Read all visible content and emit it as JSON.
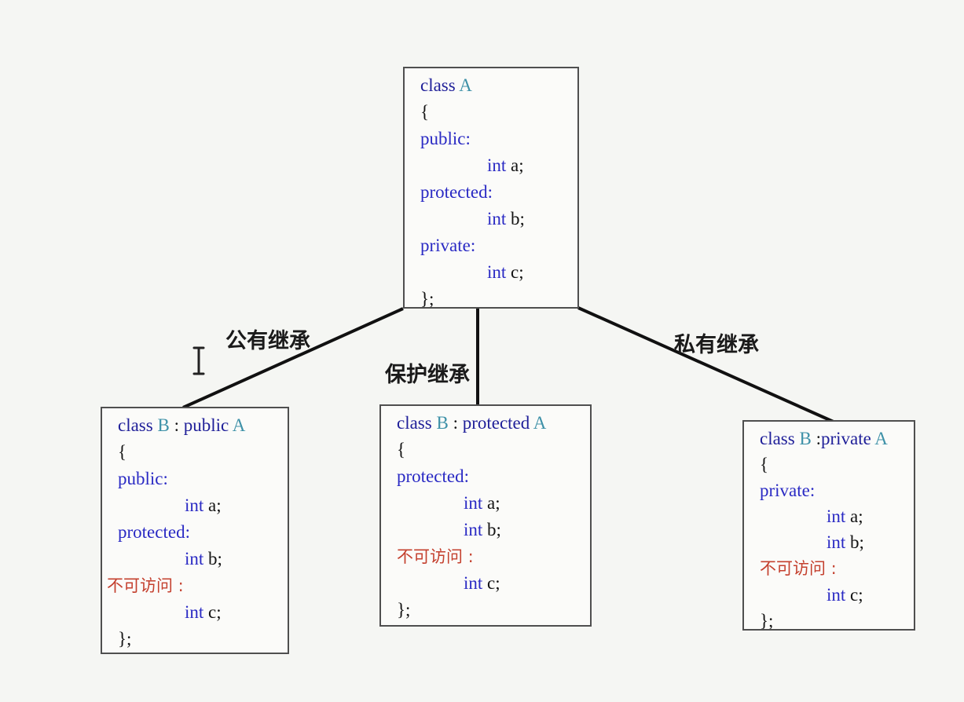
{
  "colors": {
    "canvas_bg": "#f5f6f3",
    "box_bg": "#fbfbf9",
    "box_border": "#4f4f4f",
    "connector": "#111111",
    "label_text": "#1a1a1a",
    "class_keyword": "#1f1f99",
    "member_keyword": "#2a2ac4",
    "type_name": "#3e91a8",
    "plain_code": "#141414",
    "inaccessible": "#c4402e",
    "cursor": "#222222"
  },
  "inheritance_labels": {
    "public": "公有继承",
    "protected": "保护继承",
    "private": "私有继承"
  },
  "boxes": [
    {
      "id": "class-a",
      "lines": [
        {
          "segments": [
            {
              "t": "class ",
              "c": "class_keyword"
            },
            {
              "t": "A",
              "c": "type_name"
            }
          ]
        },
        {
          "segments": [
            {
              "t": "{",
              "c": "plain_code"
            }
          ]
        },
        {
          "segments": [
            {
              "t": "public:",
              "c": "member_keyword"
            }
          ]
        },
        {
          "indent": true,
          "segments": [
            {
              "t": "int ",
              "c": "member_keyword"
            },
            {
              "t": "a;",
              "c": "plain_code"
            }
          ]
        },
        {
          "segments": [
            {
              "t": "protected:",
              "c": "member_keyword"
            }
          ]
        },
        {
          "indent": true,
          "segments": [
            {
              "t": "int ",
              "c": "member_keyword"
            },
            {
              "t": "b;",
              "c": "plain_code"
            }
          ]
        },
        {
          "segments": [
            {
              "t": "private:",
              "c": "member_keyword"
            }
          ]
        },
        {
          "indent": true,
          "segments": [
            {
              "t": "int ",
              "c": "member_keyword"
            },
            {
              "t": "c;",
              "c": "plain_code"
            }
          ]
        },
        {
          "segments": [
            {
              "t": "};",
              "c": "plain_code"
            }
          ]
        }
      ]
    },
    {
      "id": "class-b-public",
      "lines": [
        {
          "segments": [
            {
              "t": "class ",
              "c": "class_keyword"
            },
            {
              "t": "B",
              "c": "type_name"
            },
            {
              "t": " : ",
              "c": "plain_code"
            },
            {
              "t": "public ",
              "c": "class_keyword"
            },
            {
              "t": "A",
              "c": "type_name"
            }
          ]
        },
        {
          "segments": [
            {
              "t": "{",
              "c": "plain_code"
            }
          ]
        },
        {
          "segments": [
            {
              "t": "public:",
              "c": "member_keyword"
            }
          ]
        },
        {
          "indent": true,
          "segments": [
            {
              "t": "int ",
              "c": "member_keyword"
            },
            {
              "t": "a;",
              "c": "plain_code"
            }
          ]
        },
        {
          "segments": [
            {
              "t": "protected:",
              "c": "member_keyword"
            }
          ]
        },
        {
          "indent": true,
          "segments": [
            {
              "t": "int ",
              "c": "member_keyword"
            },
            {
              "t": "b;",
              "c": "plain_code"
            }
          ]
        },
        {
          "outdent": true,
          "segments": [
            {
              "t": "不可访问 :",
              "c": "inaccessible"
            }
          ]
        },
        {
          "indent": true,
          "segments": [
            {
              "t": "int ",
              "c": "member_keyword"
            },
            {
              "t": "c;",
              "c": "plain_code"
            }
          ]
        },
        {
          "segments": [
            {
              "t": "};",
              "c": "plain_code"
            }
          ]
        }
      ]
    },
    {
      "id": "class-b-protected",
      "lines": [
        {
          "segments": [
            {
              "t": "class ",
              "c": "class_keyword"
            },
            {
              "t": "B",
              "c": "type_name"
            },
            {
              "t": " : ",
              "c": "plain_code"
            },
            {
              "t": "protected ",
              "c": "class_keyword"
            },
            {
              "t": "A",
              "c": "type_name"
            }
          ]
        },
        {
          "segments": [
            {
              "t": "{",
              "c": "plain_code"
            }
          ]
        },
        {
          "segments": [
            {
              "t": "protected:",
              "c": "member_keyword"
            }
          ]
        },
        {
          "indent": true,
          "segments": [
            {
              "t": "int ",
              "c": "member_keyword"
            },
            {
              "t": "a;",
              "c": "plain_code"
            }
          ]
        },
        {
          "indent": true,
          "segments": [
            {
              "t": "int ",
              "c": "member_keyword"
            },
            {
              "t": "b;",
              "c": "plain_code"
            }
          ]
        },
        {
          "segments": [
            {
              "t": "不可访问 :",
              "c": "inaccessible"
            }
          ]
        },
        {
          "indent": true,
          "segments": [
            {
              "t": "int ",
              "c": "member_keyword"
            },
            {
              "t": "c;",
              "c": "plain_code"
            }
          ]
        },
        {
          "segments": [
            {
              "t": "};",
              "c": "plain_code"
            }
          ]
        }
      ]
    },
    {
      "id": "class-b-private",
      "lines": [
        {
          "segments": [
            {
              "t": "class ",
              "c": "class_keyword"
            },
            {
              "t": "B ",
              "c": "type_name"
            },
            {
              "t": ":",
              "c": "plain_code"
            },
            {
              "t": "private ",
              "c": "class_keyword"
            },
            {
              "t": "A",
              "c": "type_name"
            }
          ]
        },
        {
          "segments": [
            {
              "t": "{",
              "c": "plain_code"
            }
          ]
        },
        {
          "segments": [
            {
              "t": "private:",
              "c": "member_keyword"
            }
          ]
        },
        {
          "indent": true,
          "segments": [
            {
              "t": "int ",
              "c": "member_keyword"
            },
            {
              "t": "a;",
              "c": "plain_code"
            }
          ]
        },
        {
          "indent": true,
          "segments": [
            {
              "t": "int ",
              "c": "member_keyword"
            },
            {
              "t": "b;",
              "c": "plain_code"
            }
          ]
        },
        {
          "segments": [
            {
              "t": "不可访问 :",
              "c": "inaccessible"
            }
          ]
        },
        {
          "indent": true,
          "segments": [
            {
              "t": "int ",
              "c": "member_keyword"
            },
            {
              "t": "c;",
              "c": "plain_code"
            }
          ]
        },
        {
          "segments": [
            {
              "t": "};",
              "c": "plain_code"
            }
          ]
        }
      ]
    }
  ]
}
